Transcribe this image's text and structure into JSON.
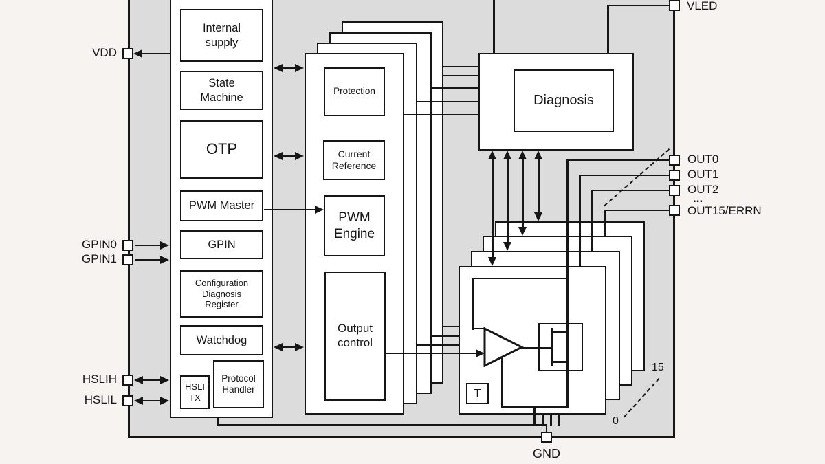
{
  "pins": {
    "vdd": "VDD",
    "gpin0": "GPIN0",
    "gpin1": "GPIN1",
    "hslih": "HSLIH",
    "hslil": "HSLIL",
    "vled": "VLED",
    "out0": "OUT0",
    "out1": "OUT1",
    "out2": "OUT2",
    "out_ellipsis": "...",
    "out15": "OUT15/ERRN",
    "gnd": "GND"
  },
  "control_blocks": {
    "internal_supply": "Internal\nsupply",
    "state_machine": "State\nMachine",
    "otp": "OTP",
    "pwm_master": "PWM Master",
    "gpin": "GPIN",
    "config_register": "Configuration\nDiagnosis\nRegister",
    "watchdog": "Watchdog",
    "hsli_tx": "HSLI\nTX",
    "protocol_handler": "Protocol\nHandler"
  },
  "core_blocks": {
    "protection": "Protection",
    "current_reference": "Current\nReference",
    "pwm_engine": "PWM\nEngine",
    "output_control": "Output\ncontrol",
    "diagnosis": "Diagnosis"
  },
  "output_stage": {
    "temperature_sensor": "T",
    "channel_index_max": "15",
    "channel_index_min": "0"
  },
  "colors": {
    "chip_fill": "#dcdcdc",
    "box_fill": "#ffffff",
    "line": "#161616",
    "background": "#f6f3f0"
  }
}
